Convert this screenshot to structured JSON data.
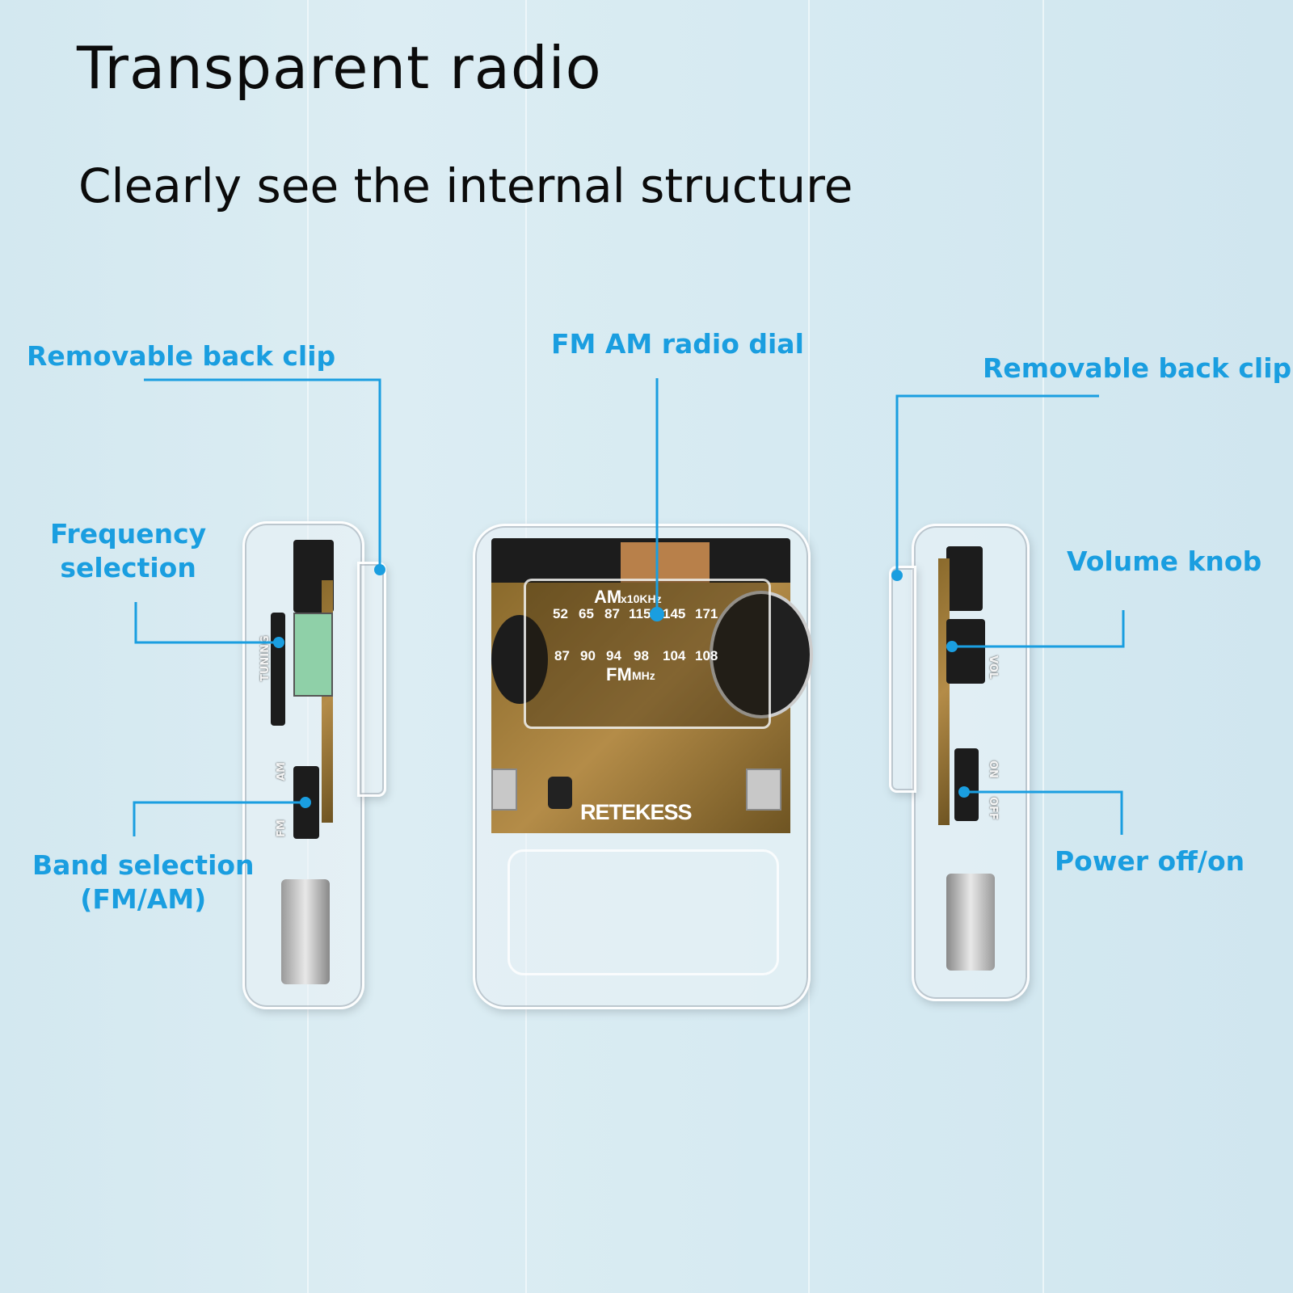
{
  "header": {
    "title": "Transparent radio",
    "subtitle": "Clearly see the internal structure"
  },
  "callouts": {
    "left_clip": "Removable back clip",
    "frequency_line1": "Frequency",
    "frequency_line2": "selection",
    "band_line1": "Band selection",
    "band_line2": "(FM/AM)",
    "dial": "FM AM radio dial",
    "right_clip": "Removable back clip",
    "volume": "Volume knob",
    "power": "Power off/on"
  },
  "dial": {
    "am_label": "AM",
    "am_unit": "x10KHz",
    "am_values": [
      "52",
      "65",
      "87",
      "115",
      "145",
      "171"
    ],
    "fm_values": [
      "87",
      "90",
      "94",
      "98",
      "104",
      "108"
    ],
    "fm_label": "FM",
    "fm_unit": "MHz"
  },
  "brand": "RETEKESS",
  "side_labels": {
    "tuning": "TUNING",
    "am": "AM",
    "fm": "FM",
    "vol": "VOL",
    "on": "ON",
    "off": "OFF"
  },
  "colors": {
    "accent": "#1a9ee0",
    "background": "#d6eaf2",
    "text": "#0b0b0b"
  }
}
